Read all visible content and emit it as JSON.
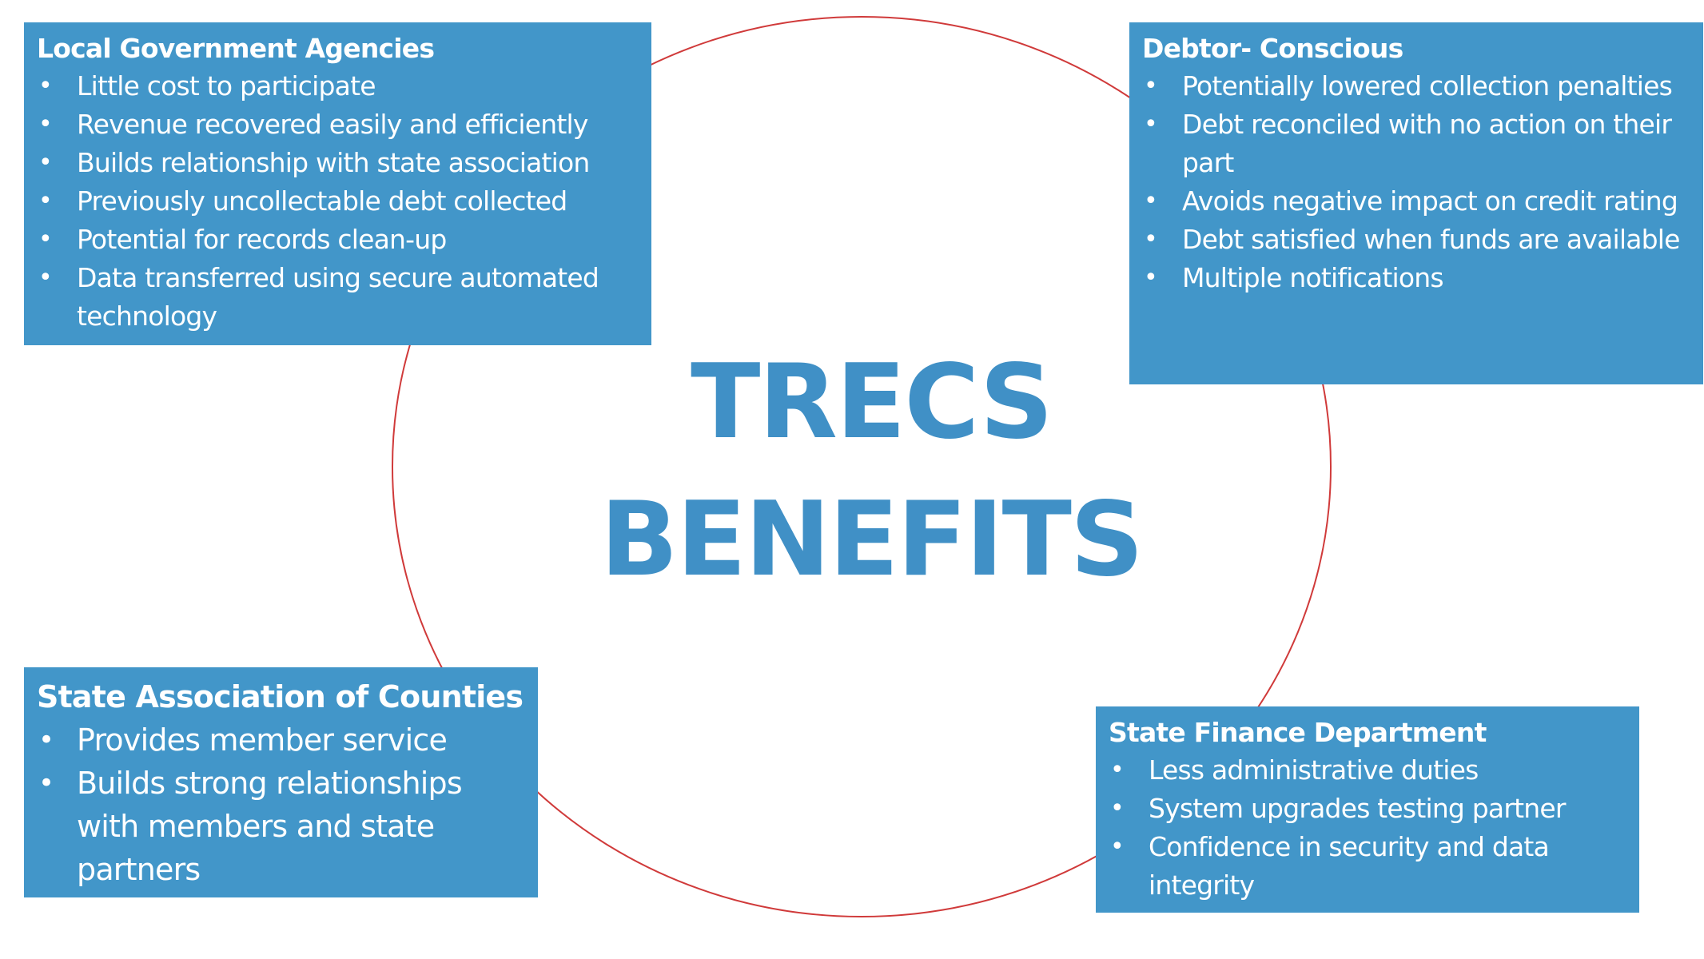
{
  "title": {
    "line1": "TRECS",
    "line2": "BENEFITS"
  },
  "colors": {
    "box_fill": "#4296c9",
    "title_text": "#4090c6",
    "ring_stroke": "#d03a3a",
    "box_text": "#ffffff"
  },
  "local_government_agencies": {
    "heading": "Local Government Agencies",
    "items": [
      "Little cost to participate",
      "Revenue recovered easily and efficiently",
      "Builds relationship with state association",
      "Previously uncollectable debt collected",
      "Potential for records clean-up",
      "Data transferred using secure automated technology"
    ]
  },
  "debtor_conscious": {
    "heading": "Debtor- Conscious",
    "items": [
      "Potentially lowered collection penalties",
      "Debt reconciled with no action on their part",
      "Avoids negative impact on credit rating",
      "Debt satisfied when funds are available",
      "Multiple notifications"
    ]
  },
  "state_association_of_counties": {
    "heading": "State Association of Counties",
    "items": [
      "Provides member service",
      "Builds strong relationships with members and state partners"
    ]
  },
  "state_finance_department": {
    "heading": "State Finance Department",
    "items": [
      "Less administrative duties",
      "System upgrades testing partner",
      "Confidence in security and data integrity"
    ]
  }
}
